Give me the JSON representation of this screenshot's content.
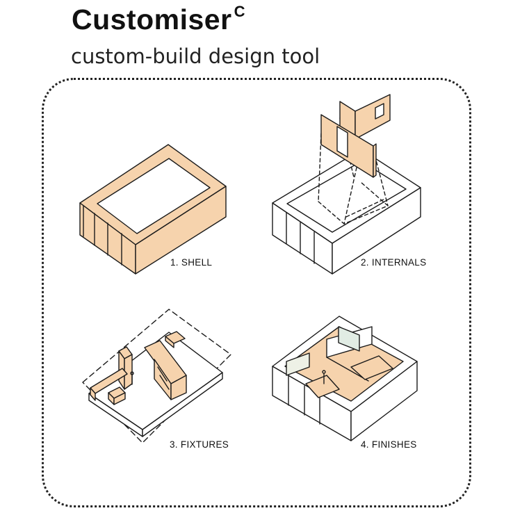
{
  "header": {
    "title": "Customiser",
    "title_superscript": "C",
    "subtitle": "custom-build design tool"
  },
  "steps": [
    {
      "label": "1. SHELL",
      "icon": "shell-box-illustration"
    },
    {
      "label": "2. INTERNALS",
      "icon": "internal-walls-illustration"
    },
    {
      "label": "3. FIXTURES",
      "icon": "fixtures-illustration"
    },
    {
      "label": "4. FINISHES",
      "icon": "finishes-illustration"
    }
  ],
  "colors": {
    "accent": "#f6d3ad",
    "mint": "#e1ece4",
    "cream": "#eef1e6",
    "ink": "#1a1a1a"
  }
}
